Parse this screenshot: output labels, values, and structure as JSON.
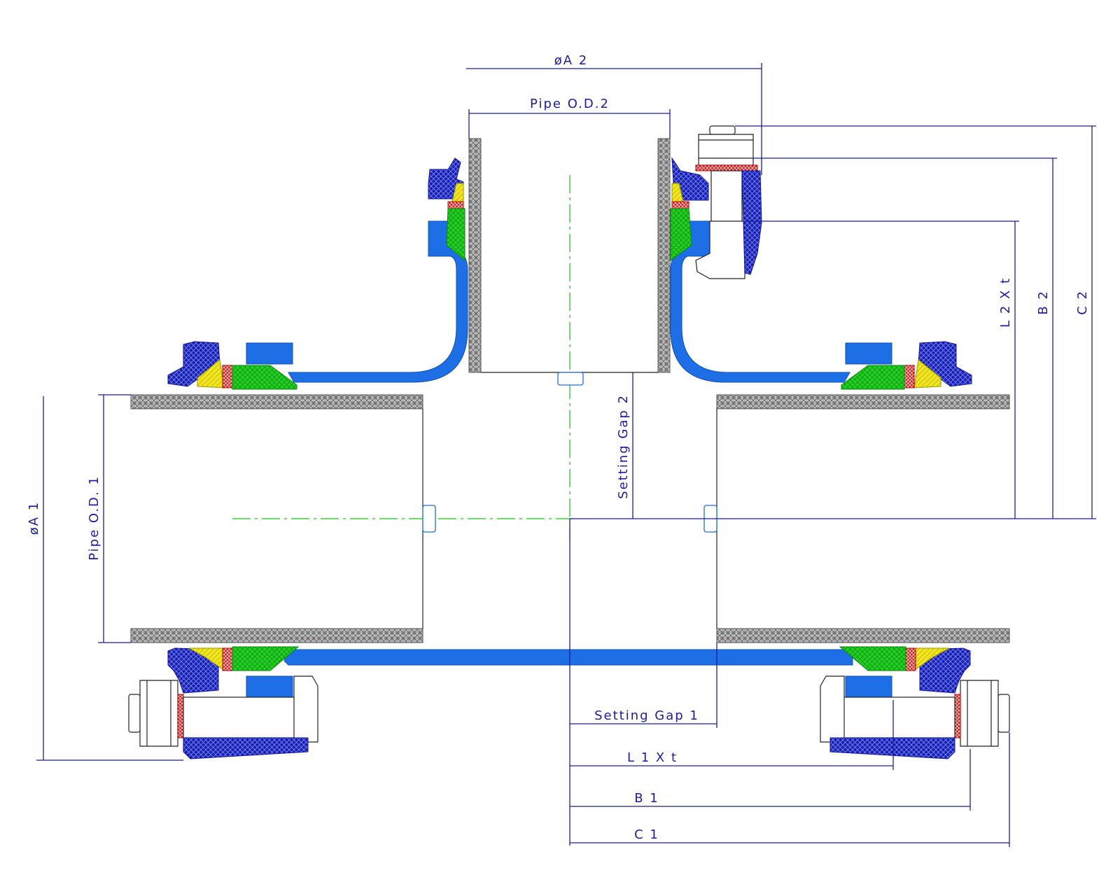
{
  "labels": {
    "a2": "øA 2",
    "pipe_od2": "Pipe O.D.2",
    "l2xt": "L 2 X t",
    "b2": "B 2",
    "c2": "C 2",
    "setting_gap2": "Setting Gap 2",
    "a1": "øA 1",
    "pipe_od1": "Pipe O.D. 1",
    "setting_gap1": "Setting Gap 1",
    "l1xt": "L 1 X t",
    "b1": "B 1",
    "c1": "C 1"
  },
  "colors": {
    "body": "#1e6fe6",
    "flange": "#1c1cb4",
    "gasket": "#22d222",
    "wedge": "#f0e51e",
    "ring": "#e01818",
    "pipe": "#8c8c8c",
    "dimension": "#1c1ca0",
    "centerline": "#19c219"
  }
}
